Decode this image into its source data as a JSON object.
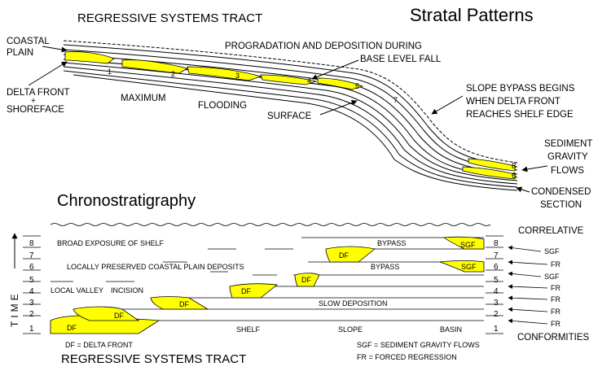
{
  "top": {
    "title_left": "REGRESSIVE SYSTEMS TRACT",
    "title_right": "Stratal Patterns",
    "label_coastal_plain_1": "COASTAL",
    "label_coastal_plain_2": "PLAIN",
    "label_delta_front_1": "DELTA FRONT",
    "label_delta_front_plus": "+",
    "label_delta_front_2": "SHOREFACE",
    "label_max": "MAXIMUM",
    "label_flooding": "FLOODING",
    "label_surface": "SURFACE",
    "label_prog_1": "PROGRADATION AND DEPOSITION DURING",
    "label_prog_2": "BASE LEVEL FALL",
    "label_bypass_1": "SLOPE BYPASS BEGINS",
    "label_bypass_2": "WHEN DELTA FRONT",
    "label_bypass_3": "REACHES SHELF EDGE",
    "label_sgf_1": "SEDIMENT",
    "label_sgf_2": "GRAVITY",
    "label_sgf_3": "FLOWS",
    "label_condensed_1": "CONDENSED",
    "label_condensed_2": "SECTION",
    "unit_numbers": [
      "1",
      "2",
      "3",
      "4",
      "5",
      "7",
      "8",
      "6"
    ]
  },
  "bottom": {
    "title": "Chronostratigraphy",
    "time_label": "TIME",
    "row_numbers": [
      "1",
      "2",
      "3",
      "4",
      "5",
      "6",
      "7",
      "8"
    ],
    "row_label_8": "BROAD EXPOSURE OF SHELF",
    "row_label_6": "LOCALLY PRESERVED COASTAL PLAIN DEPOSITS",
    "row_label_4a": "LOCAL VALLEY",
    "row_label_4b": "INCISION",
    "bypass_8": "BYPASS",
    "bypass_6": "BYPASS",
    "slow_deposition": "SLOW DEPOSITION",
    "df_labels": [
      "DF",
      "DF",
      "DF",
      "DF",
      "DF",
      "DF"
    ],
    "sgf_8": "SGF",
    "sgf_6": "SGF",
    "x_shelf": "SHELF",
    "x_slope": "SLOPE",
    "x_basin": "BASIN",
    "correlative": "CORRELATIVE",
    "conformities": "CONFORMITIES",
    "right_labels": [
      "FR",
      "FR",
      "FR",
      "FR",
      "SGF",
      "FR",
      "SGF"
    ],
    "legend_df": "DF = DELTA FRONT",
    "legend_sgf": "SGF = SEDIMENT GRAVITY FLOWS",
    "legend_fr": "FR = FORCED REGRESSION",
    "bottom_title": "REGRESSIVE SYSTEMS TRACT"
  },
  "colors": {
    "sand": "#ffff00",
    "ink": "#000000"
  }
}
